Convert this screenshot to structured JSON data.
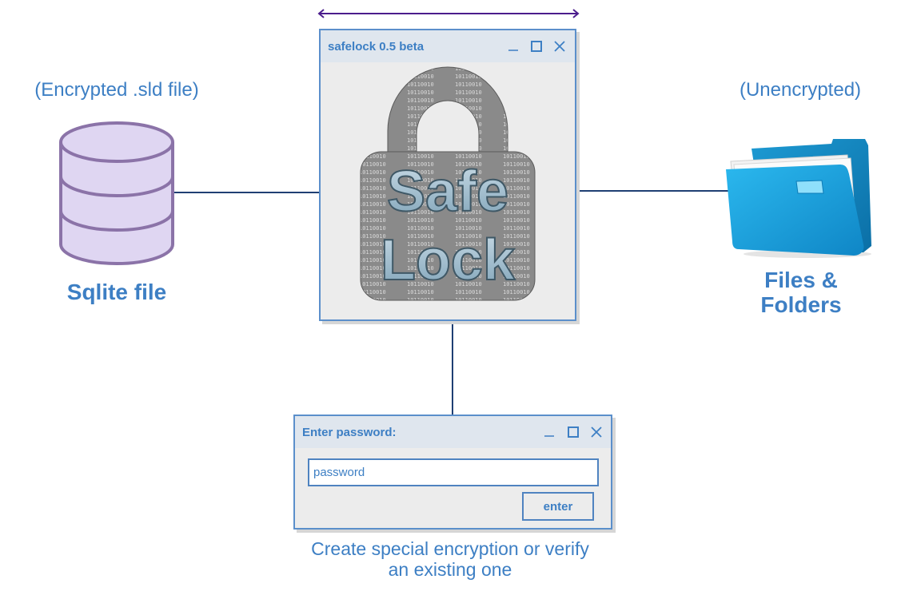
{
  "diagram": {
    "left": {
      "caption": "(Encrypted .sld file)",
      "label": "Sqlite file",
      "icon": "database-icon"
    },
    "right": {
      "caption": "(Unencrypted)",
      "label_line1": "Files &",
      "label_line2": "Folders",
      "icon": "folder-icon"
    },
    "main_window": {
      "title": "safelock 0.5 beta",
      "logo_line1": "Safe",
      "logo_line2": "Lock"
    },
    "password_dialog": {
      "title": "Enter password:",
      "placeholder": "password",
      "value": "",
      "enter_label": "enter"
    },
    "bottom_caption_line1": "Create special encryption or verify",
    "bottom_caption_line2": "an existing one"
  },
  "colors": {
    "text_blue": "#3d7fc4",
    "window_border": "#5b8fcb",
    "connector": "#1f3f73",
    "arrow": "#4b1d8c",
    "db_fill": "#dfd6f2",
    "db_stroke": "#8b73a8",
    "folder_blue": "#1aa7e0"
  }
}
